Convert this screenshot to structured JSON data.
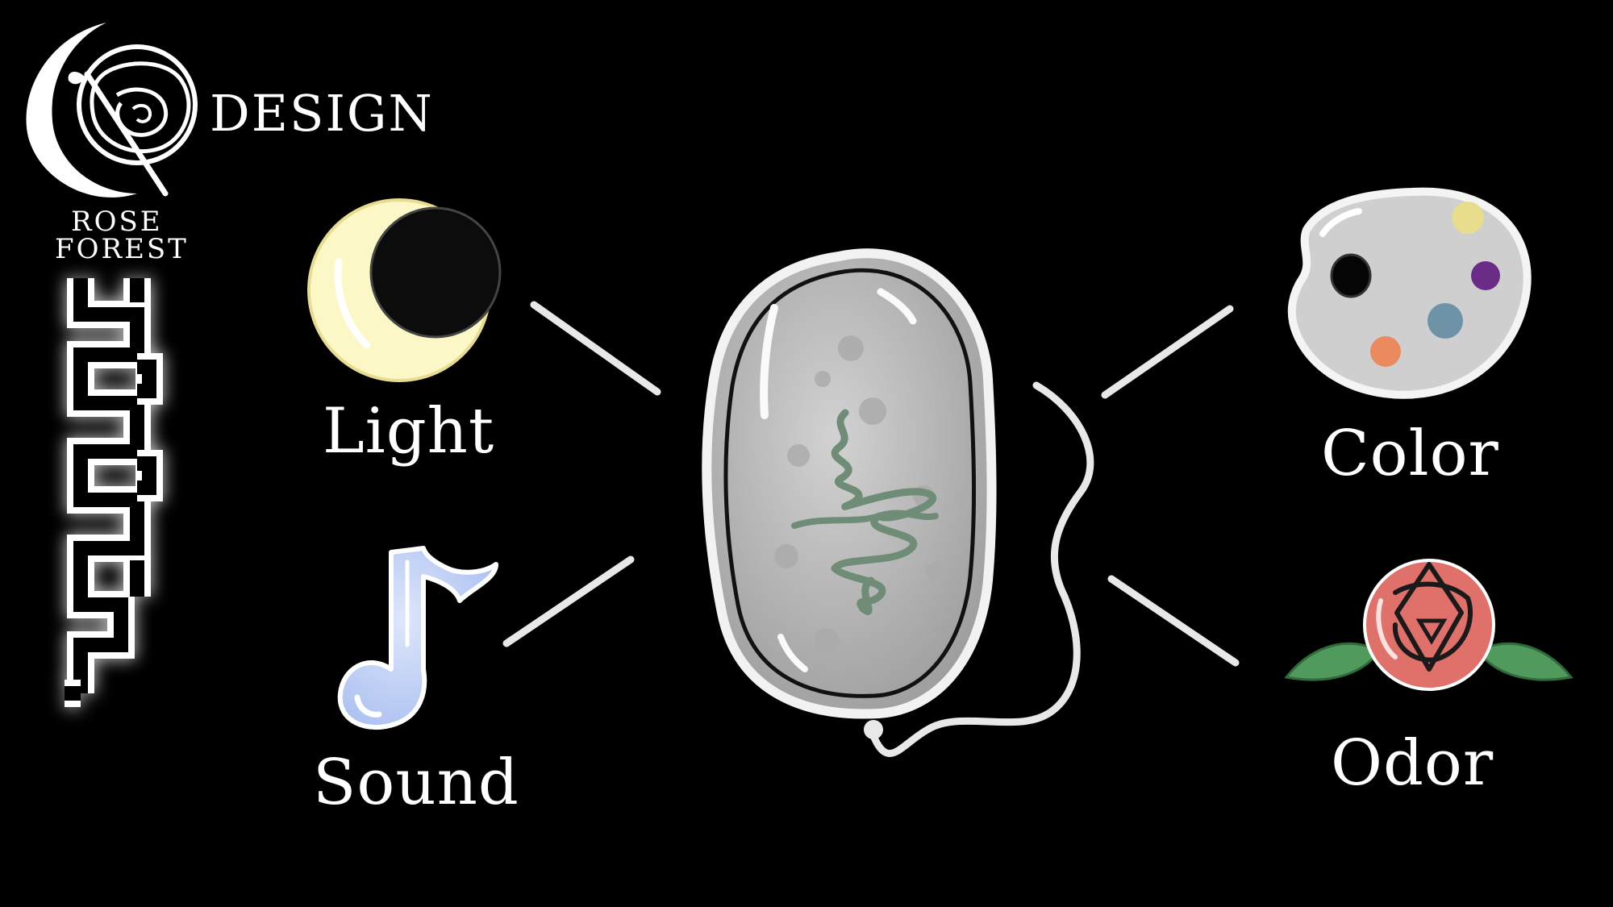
{
  "brand": {
    "design_text": "DESIGN",
    "rose_text": "ROSE",
    "forest_text": "FOREST",
    "logo_icon": "moon-rose-emblem-icon",
    "vertical_glyph_icon": "vertical-glyph-icon"
  },
  "inputs": [
    {
      "label": "Light",
      "icon": "crescent-moon-icon"
    },
    {
      "label": "Sound",
      "icon": "music-note-icon"
    }
  ],
  "center": {
    "icon": "cell-capsule-icon"
  },
  "outputs": [
    {
      "label": "Color",
      "icon": "paint-palette-icon"
    },
    {
      "label": "Odor",
      "icon": "rose-flower-icon"
    }
  ],
  "colors": {
    "background": "#000000",
    "line": "#e8e8e8",
    "moon": "#fbf7c6",
    "note": "#b9ccf5",
    "cell": "#bdbdbd",
    "squiggle": "#6f8c76",
    "palette": "#cfcfcf",
    "rose": "#e0706a",
    "leaf": "#4f9a5c"
  }
}
